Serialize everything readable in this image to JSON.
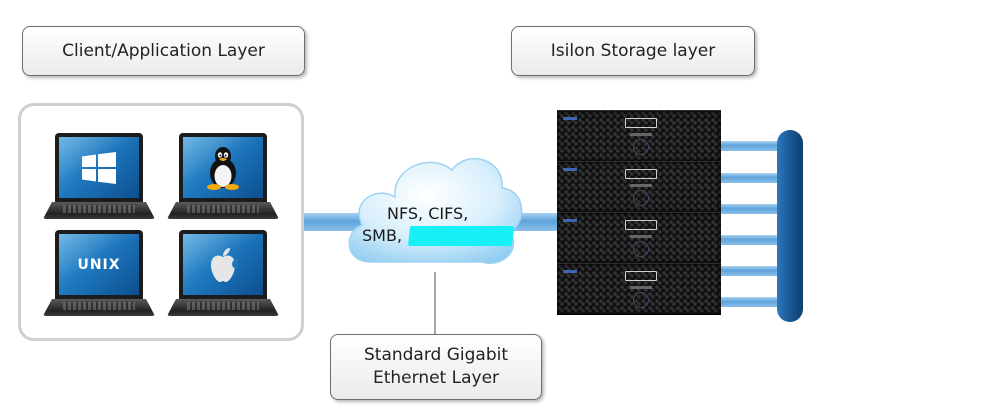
{
  "labels": {
    "client": "Client/Application Layer",
    "storage": "Isilon Storage layer",
    "ethernet_line1": "Standard Gigabit",
    "ethernet_line2": "Ethernet Layer"
  },
  "cloud": {
    "line1": "NFS, CIFS,",
    "line2": "SMB,"
  },
  "clients": [
    {
      "os_icon": "windows-logo-icon"
    },
    {
      "os_icon": "linux-tux-icon"
    },
    {
      "os_icon": "unix-logo-icon",
      "text": "UNIX"
    },
    {
      "os_icon": "apple-logo-icon"
    }
  ],
  "storage_nodes": 4,
  "colors": {
    "pipe": "#7fb8e6",
    "cloud": "#c2e4f8",
    "backplane": "#1f5f9a",
    "redaction": "#18f0f8"
  }
}
